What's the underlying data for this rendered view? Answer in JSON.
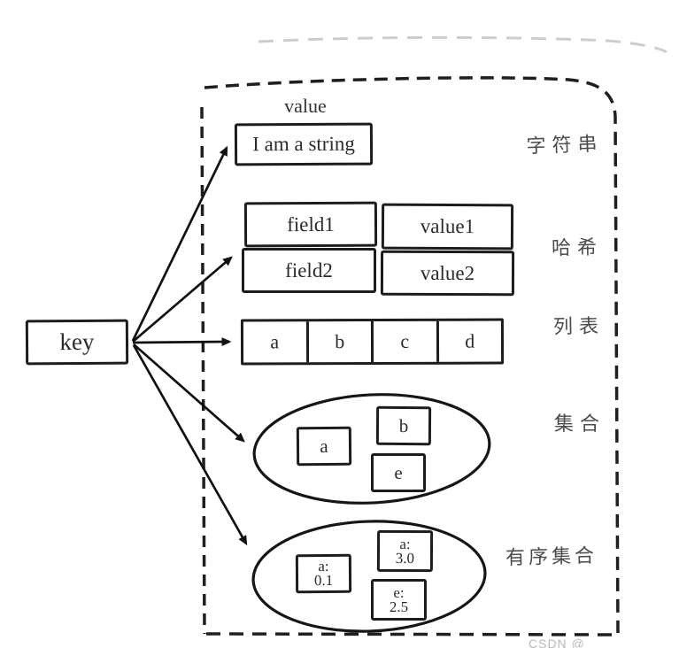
{
  "canvas": {
    "background": "#ffffff",
    "ink": "#1c1c1c",
    "type_label_ink": "#4c4c4c",
    "faint_line": "#cdcdcd"
  },
  "key": {
    "label": "key"
  },
  "value_header": "value",
  "sections": {
    "string": {
      "type_label": "字符串",
      "value": "I am a string"
    },
    "hash": {
      "type_label": "哈希",
      "rows": [
        {
          "field": "field1",
          "value": "value1"
        },
        {
          "field": "field2",
          "value": "value2"
        }
      ]
    },
    "list": {
      "type_label": "列表",
      "items": [
        "a",
        "b",
        "c",
        "d"
      ]
    },
    "set": {
      "type_label": "集合",
      "items": [
        "a",
        "b",
        "e"
      ]
    },
    "sorted_set": {
      "type_label": "有序集合",
      "items": [
        {
          "member": "a:",
          "score": "0.1"
        },
        {
          "member": "a:",
          "score": "3.0"
        },
        {
          "member": "e:",
          "score": "2.5"
        }
      ]
    }
  },
  "watermark": "CSDN @"
}
